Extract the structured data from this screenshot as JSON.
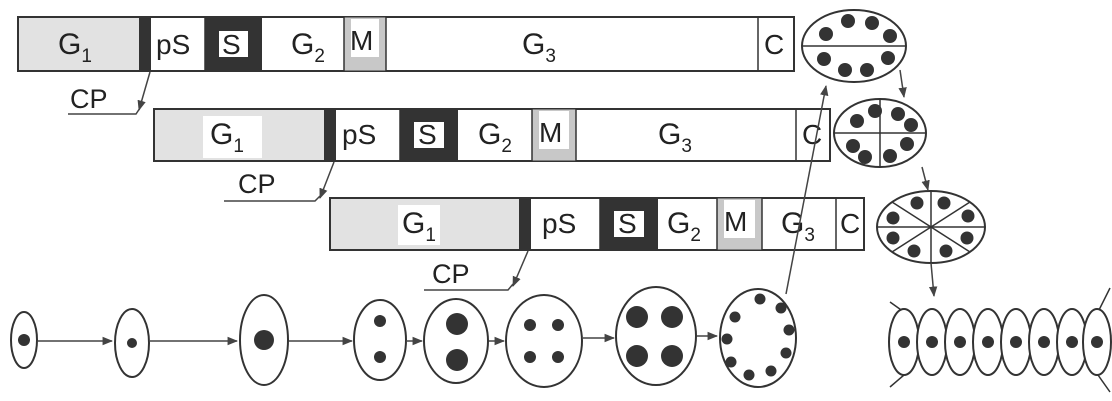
{
  "rows": [
    {
      "phases": [
        "G",
        "pS",
        "S",
        "G",
        "M",
        "G",
        "C"
      ],
      "subscripts": [
        "1",
        "",
        "",
        "2",
        "",
        "3",
        ""
      ],
      "checkpoint": "CP"
    },
    {
      "phases": [
        "G",
        "pS",
        "S",
        "G",
        "M",
        "G",
        "C"
      ],
      "subscripts": [
        "1",
        "",
        "",
        "2",
        "",
        "3",
        ""
      ],
      "checkpoint": "CP"
    },
    {
      "phases": [
        "G",
        "pS",
        "S",
        "G",
        "M",
        "G",
        "C"
      ],
      "subscripts": [
        "1",
        "",
        "",
        "2",
        "",
        "3",
        ""
      ],
      "checkpoint": "CP"
    }
  ],
  "colors": {
    "g1_fill": "#e2e2e2",
    "m_fill": "#c8c8c8",
    "box_stroke": "#333333",
    "nucleus": "#333333",
    "arrow": "#444444"
  }
}
